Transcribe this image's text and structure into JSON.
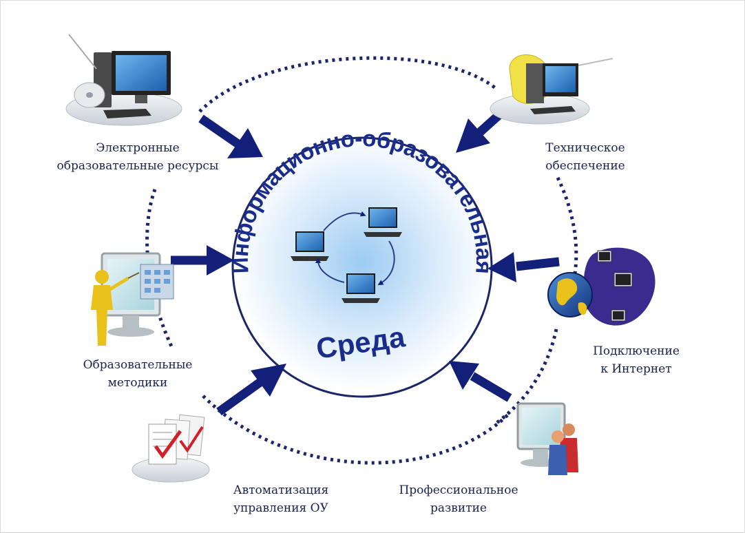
{
  "center": {
    "arc_text": "Информационно-образовательная",
    "word": "Среда"
  },
  "nodes": [
    {
      "id": "electronic-resources",
      "lines": [
        "Электронные",
        "образовательные ресурсы"
      ]
    },
    {
      "id": "technical-support",
      "lines": [
        "Техническое",
        "обеспечение"
      ]
    },
    {
      "id": "educational-methods",
      "lines": [
        "Образовательные",
        "методики"
      ]
    },
    {
      "id": "internet-connection",
      "lines": [
        "Подключение",
        "к Интернет"
      ]
    },
    {
      "id": "management-automation",
      "lines": [
        "Автоматизация",
        "управления ОУ"
      ]
    },
    {
      "id": "professional-development",
      "lines": [
        "Профессиональное",
        "развитие"
      ]
    }
  ],
  "colors": {
    "arrow": "#12207a",
    "dots": "#1b2668",
    "text": "#1a2350",
    "center_glow": "#8cc2ef",
    "monitor_screen": "#3f8fd6",
    "figure_yellow": "#e8c21a"
  }
}
